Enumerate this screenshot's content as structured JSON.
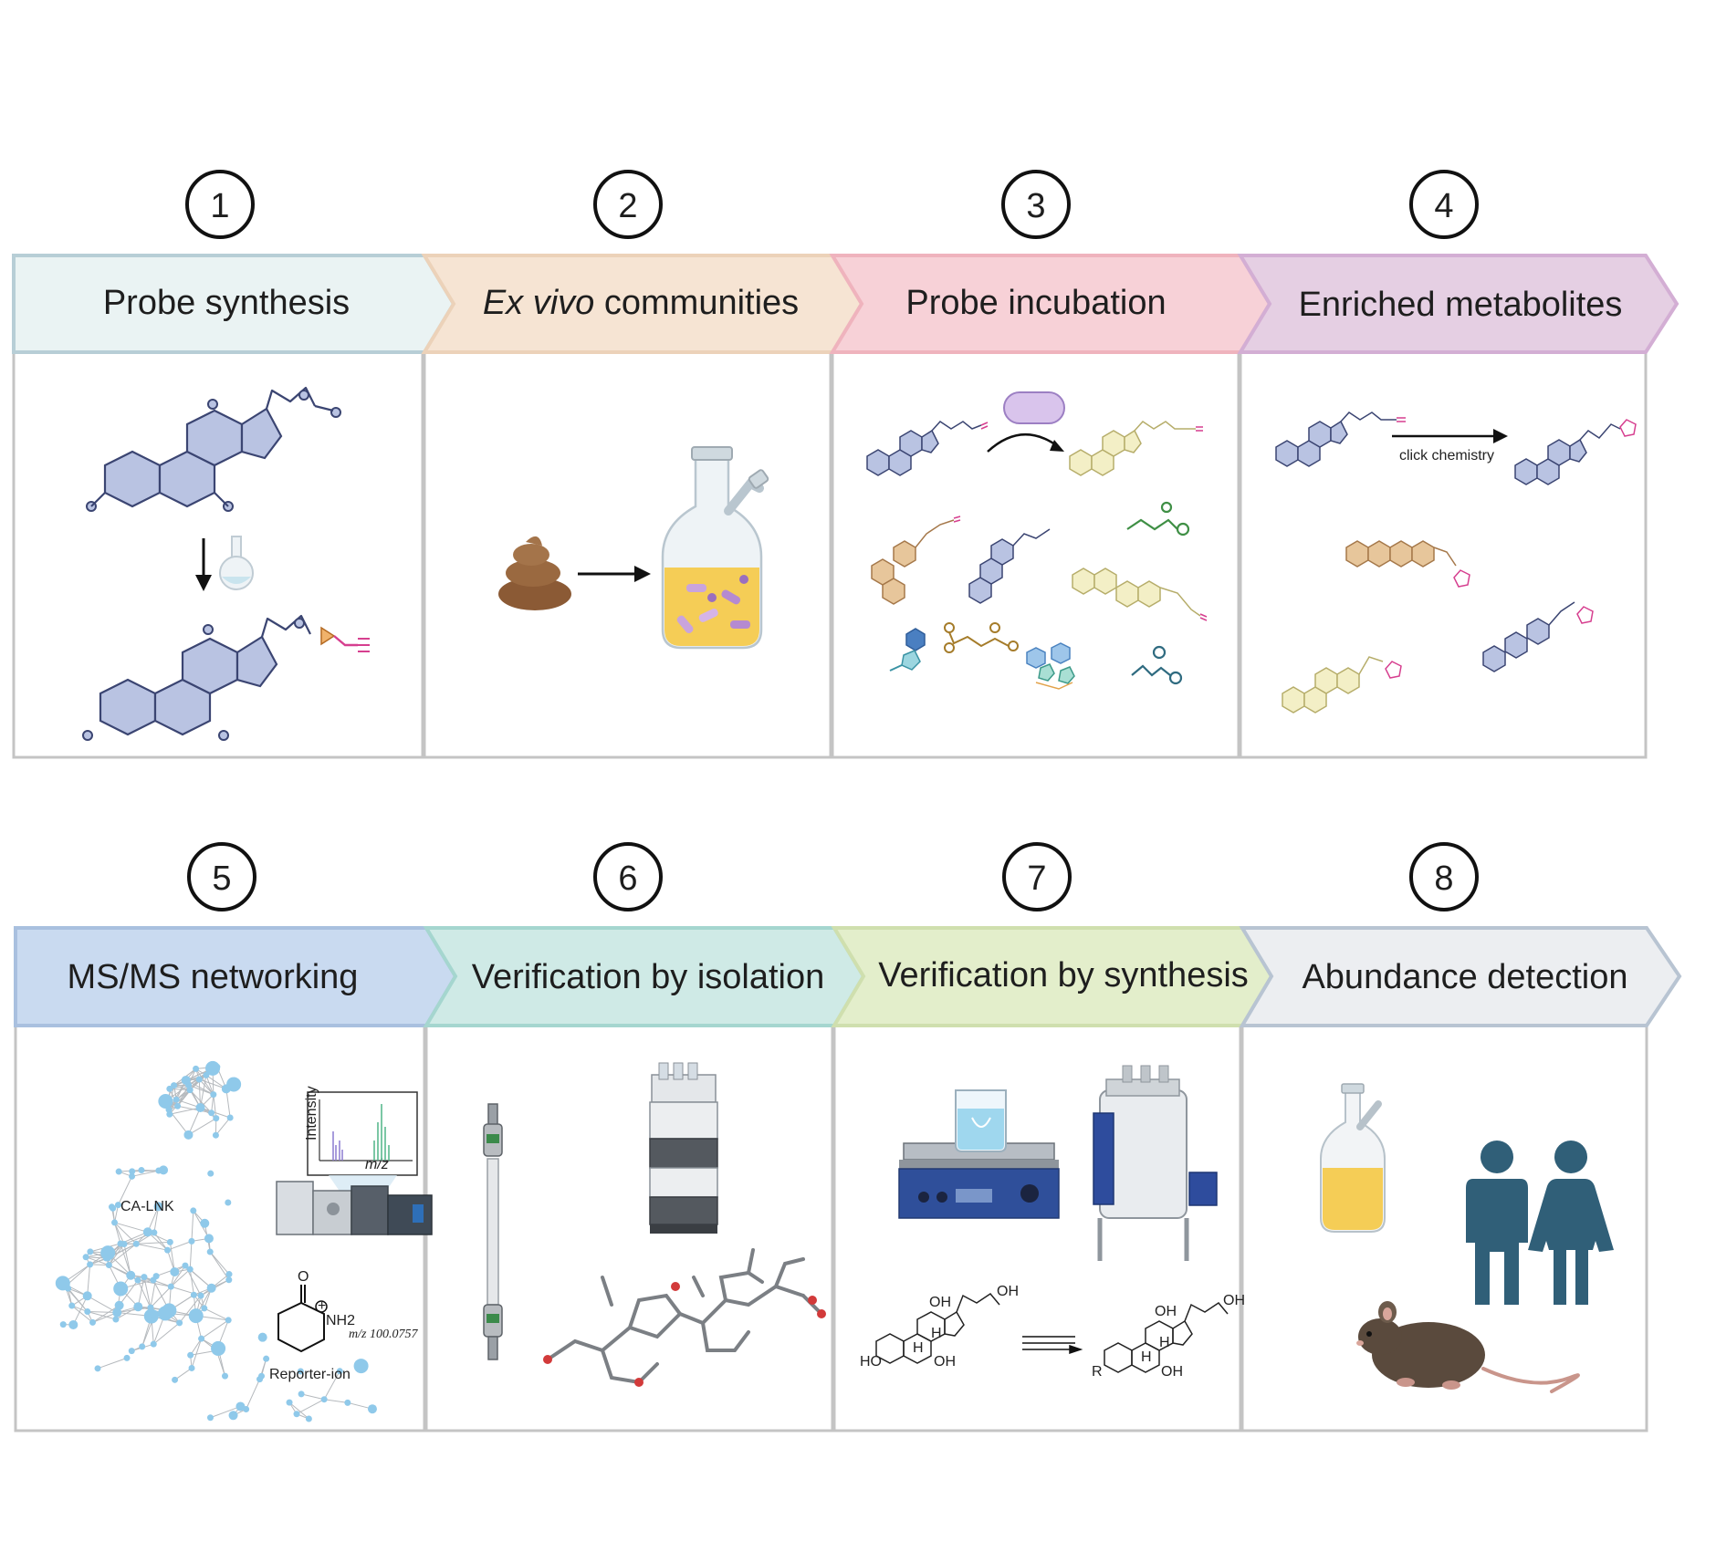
{
  "steps": [
    {
      "number": "1",
      "title": "Probe  synthesis",
      "title_italic": "",
      "fill": "#eaf3f3",
      "stroke": "#b7ced6"
    },
    {
      "number": "2",
      "title": "  communities",
      "title_italic": "Ex vivo",
      "fill": "#f6e4d3",
      "stroke": "#ecd2b9"
    },
    {
      "number": "3",
      "title": "Probe incubation",
      "title_italic": "",
      "fill": "#f7d1d7",
      "stroke": "#efb3bd"
    },
    {
      "number": "4",
      "title": "Enriched metabolites",
      "title_italic": "",
      "fill": "#e5cfe3",
      "stroke": "#d3aed4"
    },
    {
      "number": "5",
      "title": "MS/MS networking",
      "title_italic": "",
      "fill": "#c9daf0",
      "stroke": "#a9c0df"
    },
    {
      "number": "6",
      "title": "Verification by isolation",
      "title_italic": "",
      "fill": "#cfeae6",
      "stroke": "#a5d6cf"
    },
    {
      "number": "7",
      "title": "Verification by synthesis",
      "title_italic": "",
      "fill": "#e3eecb",
      "stroke": "#cfdfae"
    },
    {
      "number": "8",
      "title": "Abundance detection",
      "title_italic": "",
      "fill": "#eceef1",
      "stroke": "#b8c4d2"
    }
  ],
  "annotations": {
    "click_chemistry": "click chemistry",
    "ca_lnk": "CA-LNK",
    "reporter_ion": "Reporter-ion",
    "mz_value": "m/z 100.0757",
    "nh2": "NH2",
    "o_label": "O",
    "intensity_axis": "Intensity",
    "mz_axis": "m/z",
    "oh": "OH",
    "ho": "HO",
    "h": "H",
    "r": "R"
  },
  "colors": {
    "molecule_blue": "#b9c3e2",
    "molecule_yellow": "#f3efc6",
    "molecule_tan": "#e7c69b",
    "alkyne_magenta": "#d63f8f",
    "poop": "#8b5a35",
    "flask_liquid": "#f5cd56",
    "network_node": "#8fc9ea",
    "person": "#305f78",
    "mouse": "#5a4a3d"
  }
}
